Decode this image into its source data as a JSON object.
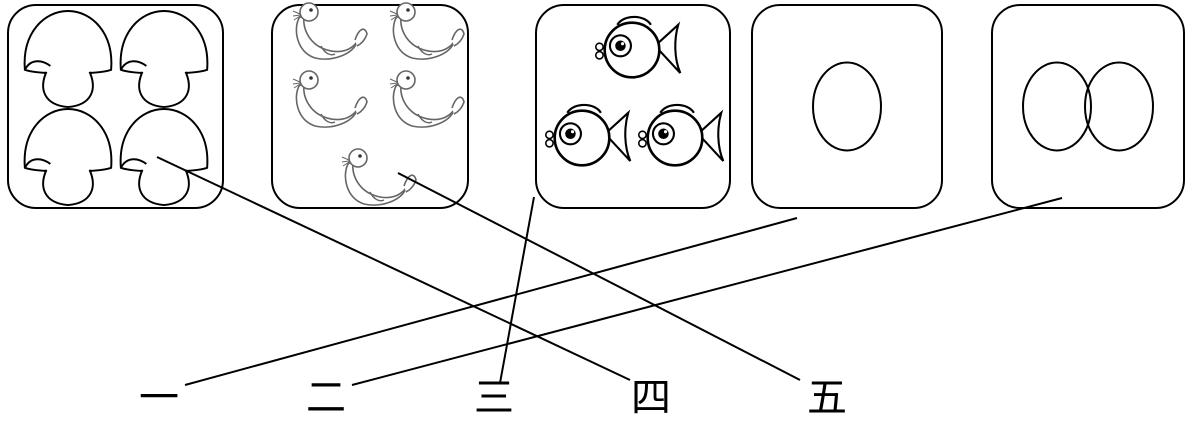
{
  "colors": {
    "stroke": "#000000",
    "background": "#ffffff",
    "card_fill": "#ffffff"
  },
  "cards": [
    {
      "id": "mushrooms",
      "object": "mushroom",
      "icon": "mushroom-icon",
      "count": 4
    },
    {
      "id": "seals",
      "object": "seal",
      "icon": "seal-icon",
      "count": 5
    },
    {
      "id": "fish",
      "object": "fish",
      "icon": "fish-icon",
      "count": 3
    },
    {
      "id": "one-circle",
      "object": "circle",
      "icon": "circle-icon",
      "count": 1
    },
    {
      "id": "two-circles",
      "object": "circle",
      "icon": "circle-icon",
      "count": 2
    }
  ],
  "number_labels": [
    {
      "id": "one",
      "text": "一"
    },
    {
      "id": "two",
      "text": "二"
    },
    {
      "id": "three",
      "text": "三"
    },
    {
      "id": "four",
      "text": "四"
    },
    {
      "id": "five",
      "text": "五"
    }
  ],
  "connections": [
    {
      "card": "mushrooms",
      "label": "four"
    },
    {
      "card": "seals",
      "label": "five"
    },
    {
      "card": "fish",
      "label": "three"
    },
    {
      "card": "one-circle",
      "label": "one"
    },
    {
      "card": "two-circles",
      "label": "two"
    }
  ]
}
